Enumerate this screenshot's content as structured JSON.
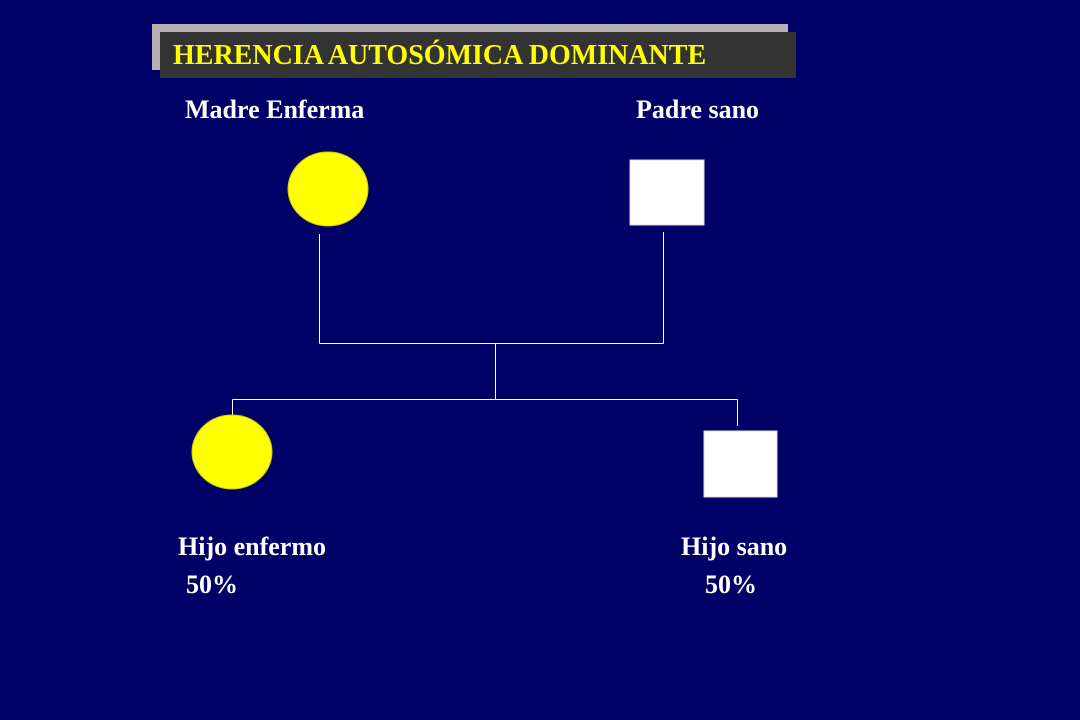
{
  "slide": {
    "title": "HERENCIA AUTOSÓMICA DOMINANTE",
    "background_color": "#000066",
    "title_color": "#ffff00"
  },
  "pedigree": {
    "mother": {
      "label": "Madre Enferma",
      "sex": "female",
      "affected": true
    },
    "father": {
      "label": "Padre sano",
      "sex": "male",
      "affected": false
    },
    "children": [
      {
        "label": "Hijo enfermo",
        "percent": "50%",
        "sex": "female-symbol",
        "affected": true
      },
      {
        "label": "Hijo sano",
        "percent": "50%",
        "sex": "male-symbol",
        "affected": false
      }
    ],
    "colors": {
      "affected": "#ffff00",
      "unaffected": "#ffffff",
      "lines": "#ffffff"
    }
  }
}
